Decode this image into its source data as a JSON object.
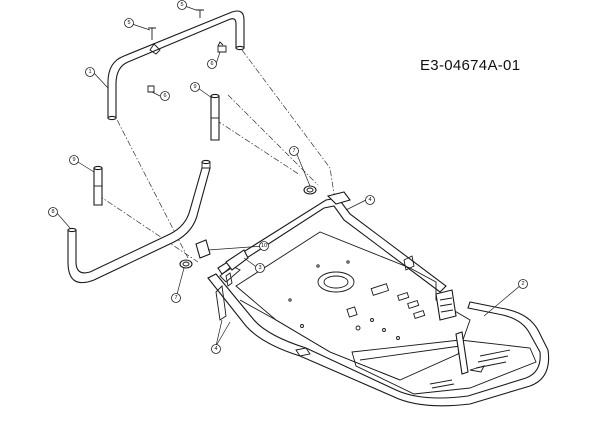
{
  "diagram": {
    "reference_code": "E3-04674A-01",
    "callouts": [
      "1",
      "2",
      "3",
      "4",
      "4",
      "5",
      "5",
      "6",
      "6",
      "7",
      "7",
      "8",
      "9",
      "9",
      "10"
    ]
  }
}
